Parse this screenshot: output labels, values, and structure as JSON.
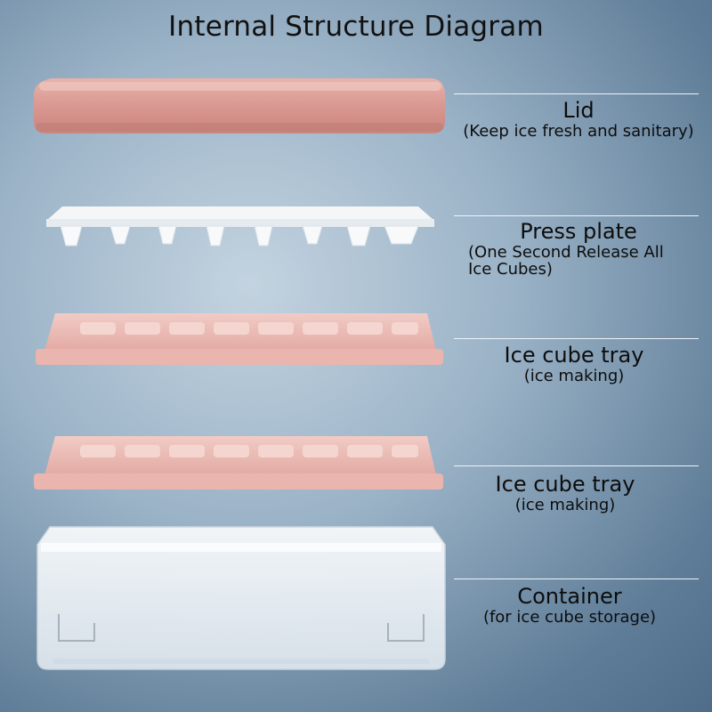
{
  "title": "Internal Structure Diagram",
  "colors": {
    "pink_main": "#dca09a",
    "pink_light": "#efc3bd",
    "press_plate": "#f4f6f8",
    "container": "#eaf0f4",
    "leader_line": "#eef3f8"
  },
  "components": [
    {
      "name": "Lid",
      "description": "(Keep ice fresh and sanitary)"
    },
    {
      "name": "Press plate",
      "description": "(One Second Release All\nIce Cubes)"
    },
    {
      "name": "Ice cube tray",
      "description": "(ice making)"
    },
    {
      "name": "Ice cube tray",
      "description": "(ice making)"
    },
    {
      "name": "Container",
      "description": "(for ice cube storage)"
    }
  ]
}
